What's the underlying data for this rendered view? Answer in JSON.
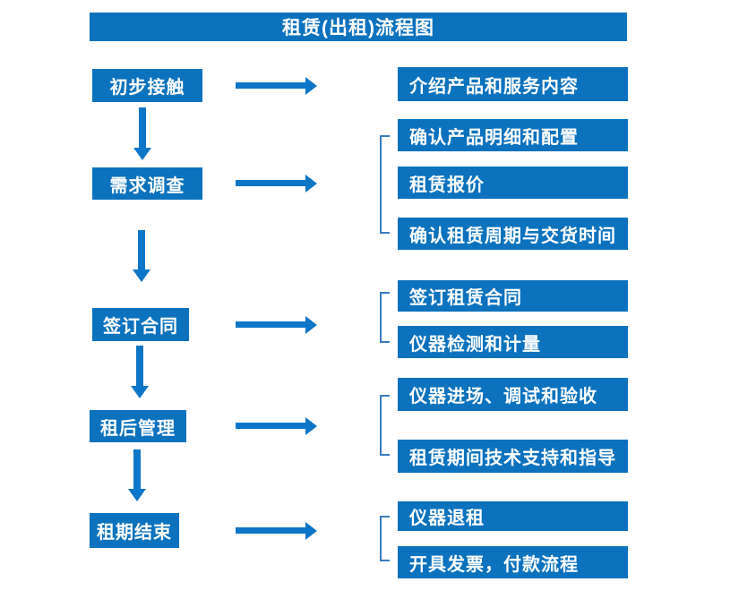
{
  "title": "租赁(出租)流程图",
  "colors": {
    "box_blue": "#0C72BE",
    "arrow_blue": "#0E76C8",
    "bracket_blue": "#3A7BBF",
    "text_white": "#FFFFFF",
    "background": "#FFFFFF"
  },
  "flow": {
    "steps": [
      {
        "label": "初步接触",
        "details": [
          "介绍产品和服务内容"
        ]
      },
      {
        "label": "需求调查",
        "details": [
          "确认产品明细和配置",
          "租赁报价",
          "确认租赁周期与交货时间"
        ]
      },
      {
        "label": "签订合同",
        "details": [
          "签订租赁合同",
          "仪器检测和计量"
        ]
      },
      {
        "label": "租后管理",
        "details": [
          "仪器进场、调试和验收",
          "租赁期间技术支持和指导"
        ]
      },
      {
        "label": "租期结束",
        "details": [
          "仪器退租",
          "开具发票，付款流程"
        ]
      }
    ]
  }
}
